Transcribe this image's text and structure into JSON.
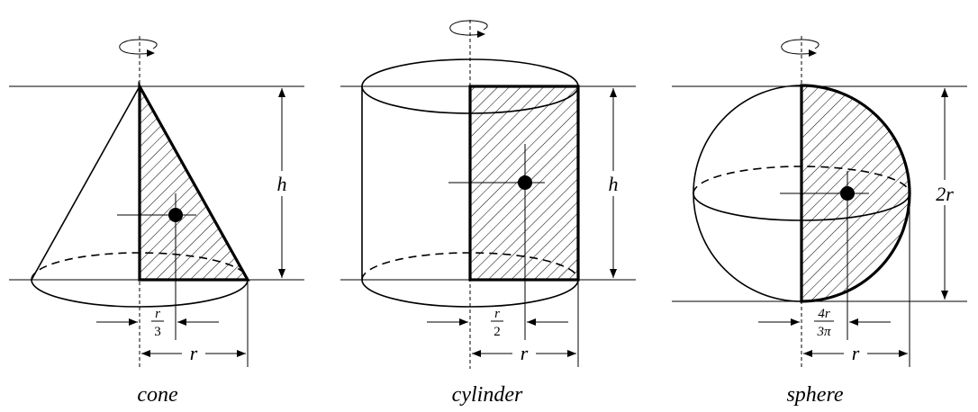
{
  "shapes": [
    {
      "name": "cone",
      "height_label": "h",
      "centroid_num": "r",
      "centroid_den": "3",
      "radius_label": "r"
    },
    {
      "name": "cylinder",
      "height_label": "h",
      "centroid_num": "r",
      "centroid_den": "2",
      "radius_label": "r"
    },
    {
      "name": "sphere",
      "height_label": "2r",
      "centroid_num": "4r",
      "centroid_den": "3π",
      "radius_label": "r"
    }
  ]
}
